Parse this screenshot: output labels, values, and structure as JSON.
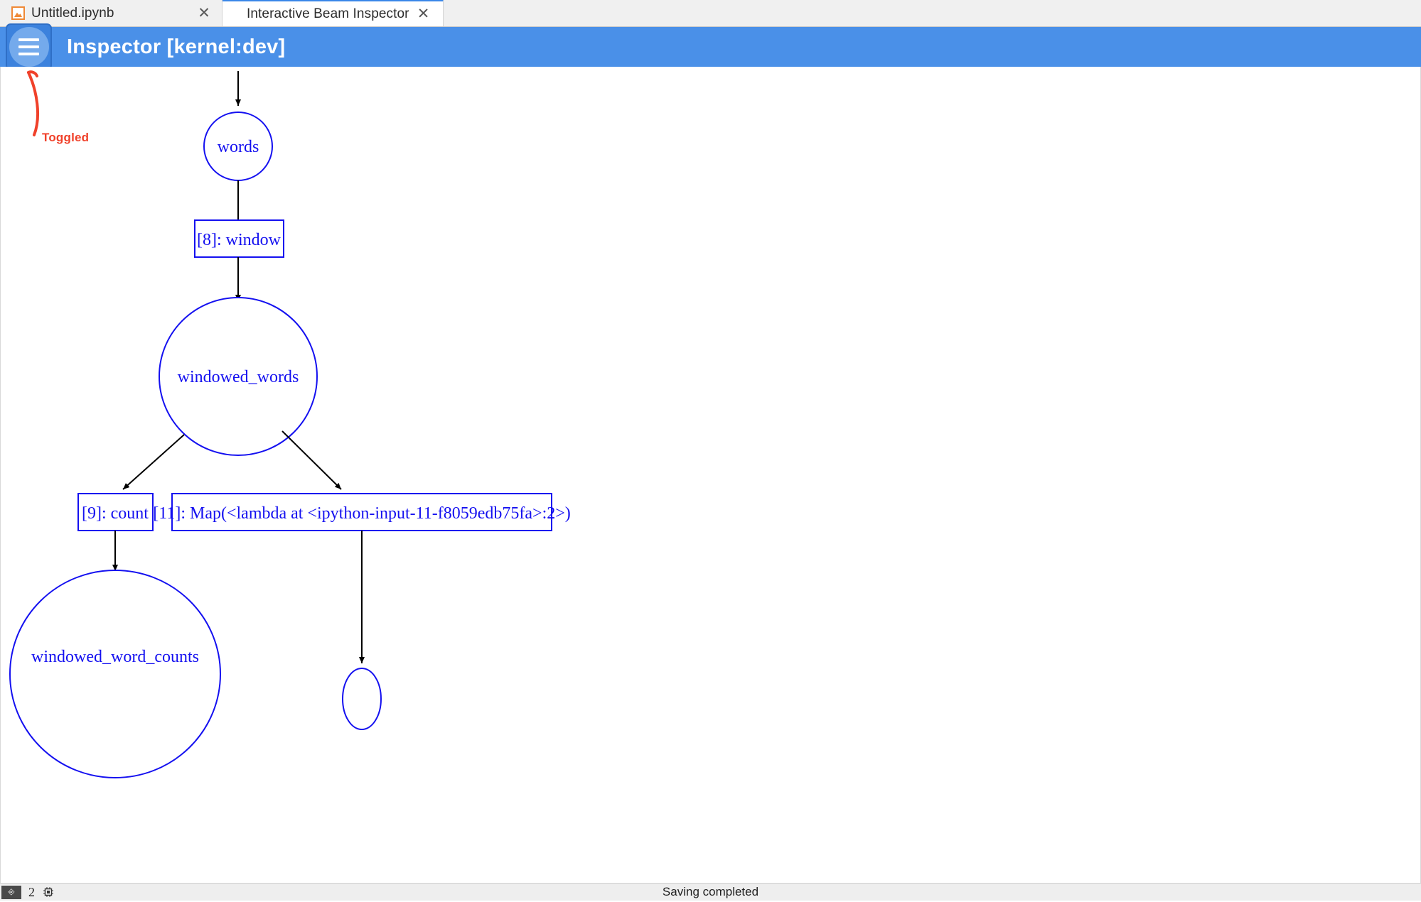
{
  "tabs": [
    {
      "label": "Untitled.ipynb",
      "icon": "notebook-icon",
      "close": "✕",
      "active": false
    },
    {
      "label": "Interactive Beam Inspector",
      "close": "✕",
      "active": true
    }
  ],
  "header": {
    "title": "Inspector [kernel:dev]",
    "menu_icon": "hamburger-icon",
    "background": "#4a90e8"
  },
  "annotation": {
    "label": "Toggled",
    "color": "#f0412a"
  },
  "graph": {
    "node_color": "#1410f0",
    "edge_color": "#000000",
    "nodes": [
      {
        "id": "words",
        "shape": "ellipse",
        "label": "words"
      },
      {
        "id": "window",
        "shape": "box",
        "label": "[8]: window"
      },
      {
        "id": "windowed_words",
        "shape": "ellipse",
        "label": "windowed_words"
      },
      {
        "id": "count",
        "shape": "box",
        "label": "[9]: count"
      },
      {
        "id": "map",
        "shape": "box",
        "label": "[11]: Map(<lambda at <ipython-input-11-f8059edb75fa>:2>)"
      },
      {
        "id": "windowed_word_counts",
        "shape": "ellipse",
        "label": "windowed_word_counts"
      },
      {
        "id": "unnamed_pcoll",
        "shape": "ellipse",
        "label": ""
      }
    ],
    "edges": [
      {
        "from": "input",
        "to": "words"
      },
      {
        "from": "words",
        "to": "window"
      },
      {
        "from": "window",
        "to": "windowed_words"
      },
      {
        "from": "windowed_words",
        "to": "count"
      },
      {
        "from": "windowed_words",
        "to": "map"
      },
      {
        "from": "count",
        "to": "windowed_word_counts"
      },
      {
        "from": "map",
        "to": "unnamed_pcoll"
      }
    ]
  },
  "statusbar": {
    "kernel_icon": "terminal-icon",
    "count": "2",
    "chip_icon": "cpu-icon",
    "message": "Saving completed"
  }
}
